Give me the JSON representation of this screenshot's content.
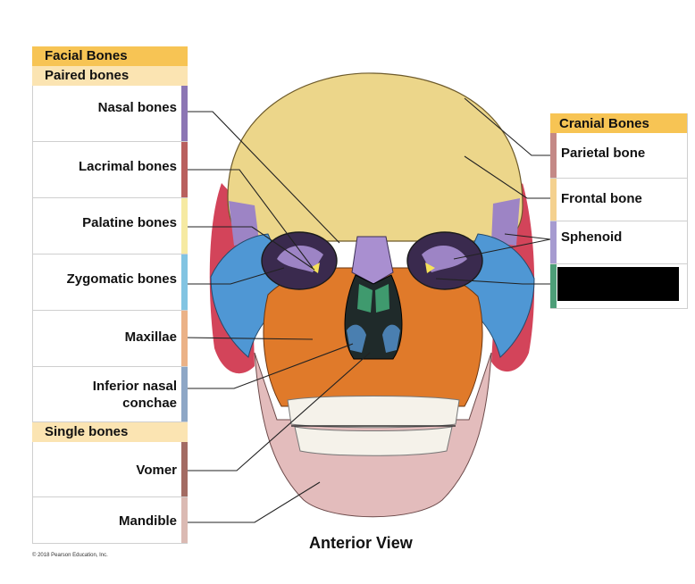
{
  "facial": {
    "title": "Facial Bones",
    "paired_title": "Paired bones",
    "single_title": "Single bones",
    "paired": [
      {
        "label": "Nasal bones",
        "color": "#8c76b4"
      },
      {
        "label": "Lacrimal bones",
        "color": "#b9605e"
      },
      {
        "label": "Palatine bones",
        "color": "#f6eaa2"
      },
      {
        "label": "Zygomatic bones",
        "color": "#82c4e2"
      },
      {
        "label": "Maxillae",
        "color": "#ebb287"
      },
      {
        "label_line1": "Inferior nasal",
        "label_line2": "conchae",
        "color": "#8ea7c6"
      }
    ],
    "single": [
      {
        "label": "Vomer",
        "color": "#a36b63"
      },
      {
        "label": "Mandible",
        "color": "#dbbab3"
      }
    ]
  },
  "cranial": {
    "title": "Cranial Bones",
    "items": [
      {
        "label": "Parietal bone",
        "color": "#c48986"
      },
      {
        "label": "Frontal bone",
        "color": "#f4d18f"
      },
      {
        "label": "Sphenoid",
        "color": "#a69bd0"
      },
      {
        "label": "",
        "color": "#4d9e78"
      }
    ]
  },
  "caption": "Anterior View",
  "copyright": "© 2018 Pearson Education, Inc.",
  "colors": {
    "frontal": "#ecd68a",
    "parietal": "#d3445a",
    "sphenoid": "#9d84c5",
    "zygomatic": "#4f97d4",
    "maxilla": "#e07a2a",
    "mandible": "#e3bcbc",
    "teeth": "#f5f2ea",
    "nasal": "#a98fd0",
    "ethmoid": "#3f9a6e"
  }
}
